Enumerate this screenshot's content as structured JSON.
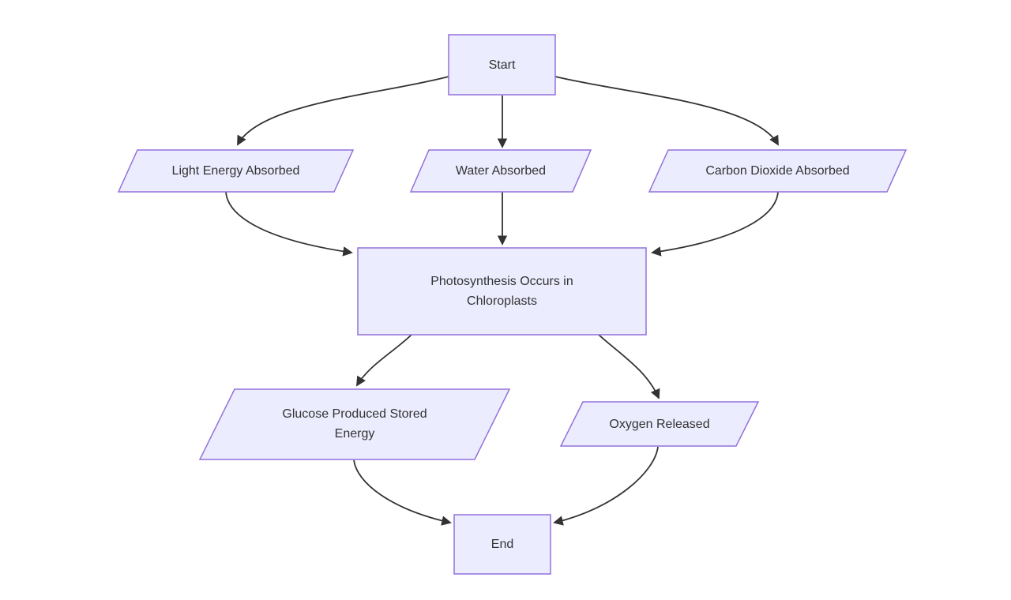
{
  "diagram": {
    "type": "flowchart",
    "direction": "top-down",
    "background": "#ffffff",
    "colors": {
      "node_fill": "#ECECFF",
      "node_border": "#9370DB",
      "edge_line": "#333333",
      "arrowhead": "#333333",
      "text": "#333333"
    },
    "nodes": {
      "start": {
        "label": "Start",
        "shape": "rectangle"
      },
      "light": {
        "label": "Light Energy Absorbed",
        "shape": "parallelogram"
      },
      "water": {
        "label": "Water Absorbed",
        "shape": "parallelogram"
      },
      "co2": {
        "label": "Carbon Dioxide Absorbed",
        "shape": "parallelogram"
      },
      "photosynthesis": {
        "label": "Photosynthesis Occurs in Chloroplasts",
        "shape": "rectangle"
      },
      "glucose": {
        "label": "Glucose Produced Stored Energy",
        "shape": "parallelogram"
      },
      "oxygen": {
        "label": "Oxygen Released",
        "shape": "parallelogram"
      },
      "end": {
        "label": "End",
        "shape": "rectangle"
      }
    },
    "edges": [
      {
        "from": "Start",
        "to": "Light Energy Absorbed"
      },
      {
        "from": "Start",
        "to": "Water Absorbed"
      },
      {
        "from": "Start",
        "to": "Carbon Dioxide Absorbed"
      },
      {
        "from": "Light Energy Absorbed",
        "to": "Photosynthesis Occurs in Chloroplasts"
      },
      {
        "from": "Water Absorbed",
        "to": "Photosynthesis Occurs in Chloroplasts"
      },
      {
        "from": "Carbon Dioxide Absorbed",
        "to": "Photosynthesis Occurs in Chloroplasts"
      },
      {
        "from": "Photosynthesis Occurs in Chloroplasts",
        "to": "Glucose Produced Stored Energy"
      },
      {
        "from": "Photosynthesis Occurs in Chloroplasts",
        "to": "Oxygen Released"
      },
      {
        "from": "Glucose Produced Stored Energy",
        "to": "End"
      },
      {
        "from": "Oxygen Released",
        "to": "End"
      }
    ]
  }
}
